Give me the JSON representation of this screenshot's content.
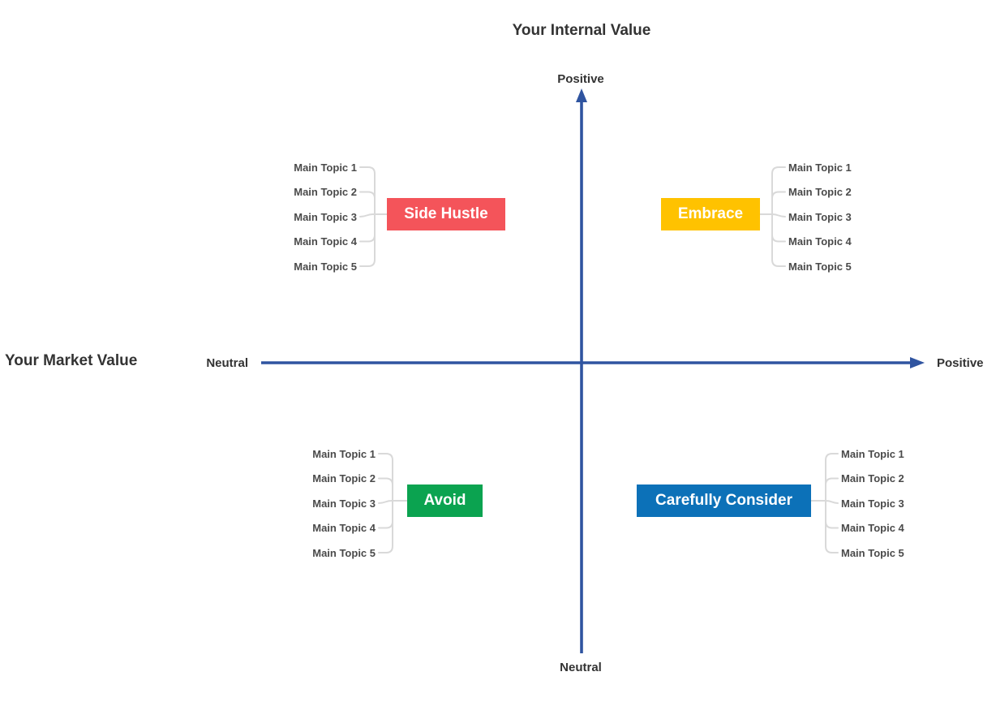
{
  "title": "Your Internal Value",
  "axis": {
    "x_title": "Your Market Value",
    "y_top_label": "Positive",
    "y_bottom_label": "Neutral",
    "x_left_label": "Neutral",
    "x_right_label": "Positive"
  },
  "quadrants": [
    {
      "position": "top-left",
      "label": "Side Hustle",
      "color": "#f4545a",
      "topics": [
        "Main Topic 1",
        "Main Topic 2",
        "Main Topic 3",
        "Main Topic 4",
        "Main Topic 5"
      ]
    },
    {
      "position": "top-right",
      "label": "Embrace",
      "color": "#ffc200",
      "topics": [
        "Main Topic 1",
        "Main Topic 2",
        "Main Topic 3",
        "Main Topic 4",
        "Main Topic 5"
      ]
    },
    {
      "position": "bottom-left",
      "label": "Avoid",
      "color": "#0ba350",
      "topics": [
        "Main Topic 1",
        "Main Topic 2",
        "Main Topic 3",
        "Main Topic 4",
        "Main Topic 5"
      ]
    },
    {
      "position": "bottom-right",
      "label": "Carefully Consider",
      "color": "#0c71b8",
      "topics": [
        "Main Topic 1",
        "Main Topic 2",
        "Main Topic 3",
        "Main Topic 4",
        "Main Topic 5"
      ]
    }
  ],
  "colors": {
    "axis": "#2f54a0",
    "connector": "#d9d9d9",
    "heading": "#333333",
    "topic": "#4a4a4a",
    "box_text": "#ffffff"
  }
}
